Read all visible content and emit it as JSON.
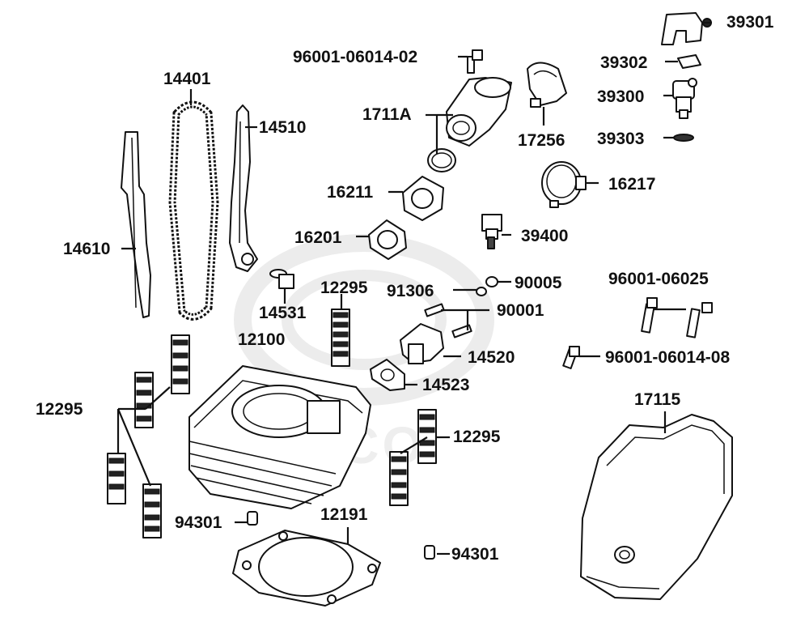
{
  "watermark": {
    "brand_text": "KYMCO"
  },
  "callouts": {
    "p14401": "14401",
    "p14510": "14510",
    "p14610": "14610",
    "p14531": "14531",
    "p12295_top": "12295",
    "p12100": "12100",
    "p12295_left": "12295",
    "p12295_right": "12295",
    "p94301_left": "94301",
    "p94301_right": "94301",
    "p12191": "12191",
    "p96001_02": "96001-06014-02",
    "p1711A": "1711A",
    "p17256": "17256",
    "p16211": "16211",
    "p16201": "16201",
    "p39301": "39301",
    "p39302": "39302",
    "p39300": "39300",
    "p39303": "39303",
    "p16217": "16217",
    "p39400": "39400",
    "p91306": "91306",
    "p90005": "90005",
    "p90001": "90001",
    "p96001_06025": "96001-06025",
    "p14520": "14520",
    "p14523": "14523",
    "p96001_08": "96001-06014-08",
    "p17115": "17115"
  }
}
